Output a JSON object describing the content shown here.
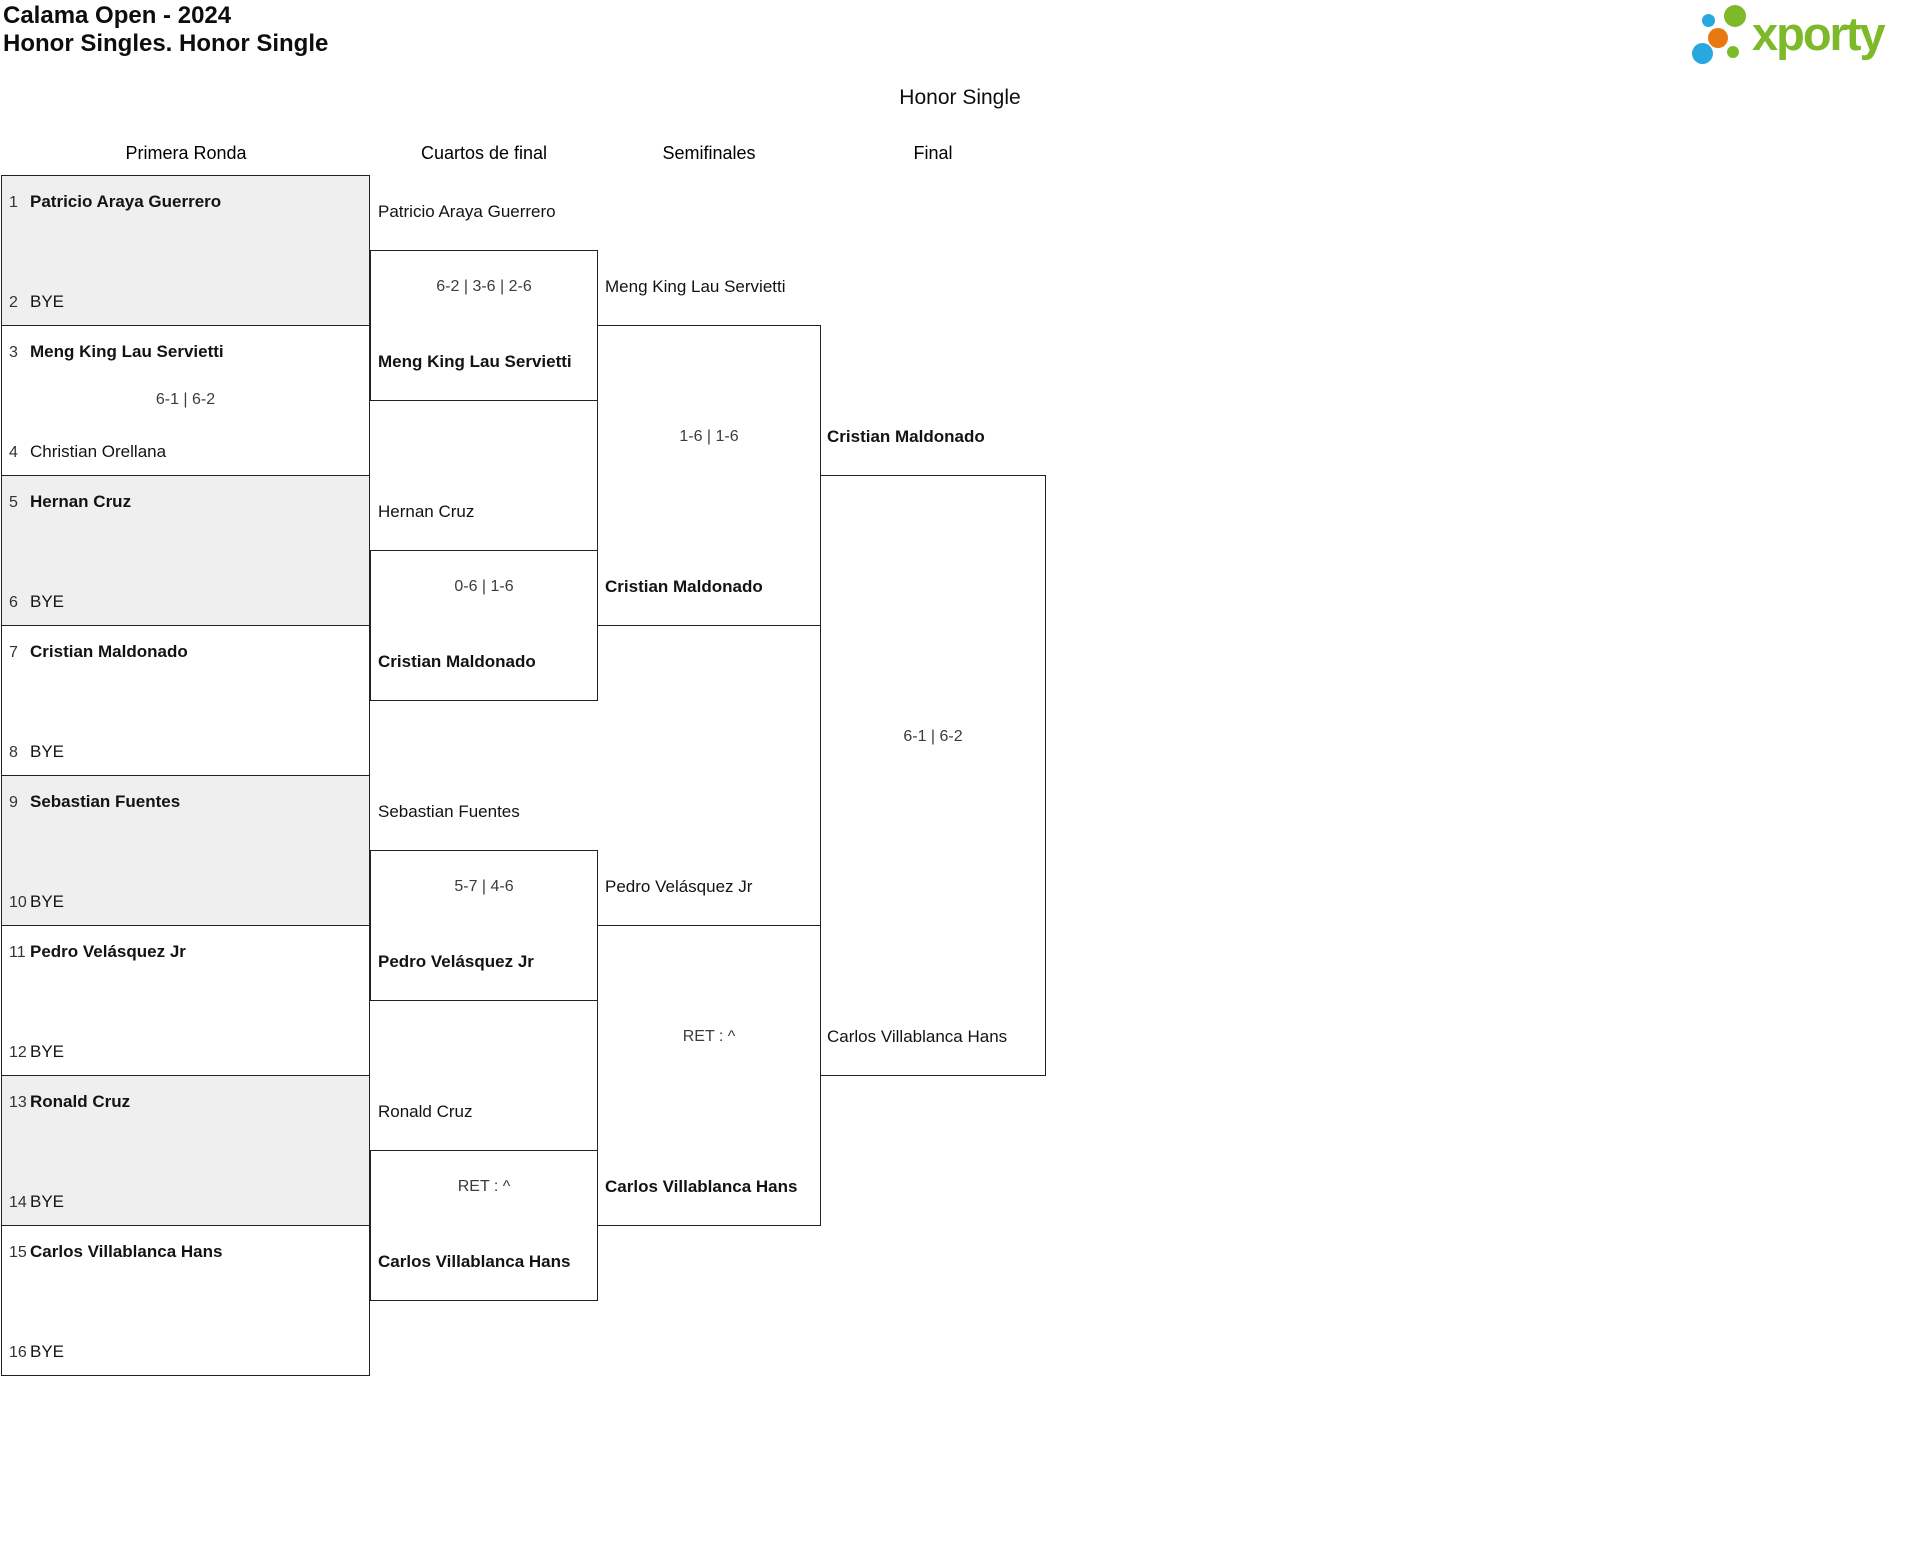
{
  "header": {
    "title_line1": "Calama Open - 2024",
    "title_line2": "Honor Singles. Honor Single",
    "bracket_title": "Honor Single"
  },
  "logo": {
    "text": "xporty"
  },
  "columns": {
    "round1": "Primera Ronda",
    "quarterfinals": "Cuartos de final",
    "semifinals": "Semifinales",
    "final": "Final"
  },
  "round1": {
    "slots": [
      {
        "seed": "1",
        "name": "Patricio Araya Guerrero"
      },
      {
        "seed": "2",
        "name": "BYE"
      },
      {
        "seed": "3",
        "name": "Meng King Lau Servietti"
      },
      {
        "seed": "4",
        "name": "Christian Orellana"
      },
      {
        "seed": "5",
        "name": "Hernan Cruz"
      },
      {
        "seed": "6",
        "name": "BYE"
      },
      {
        "seed": "7",
        "name": "Cristian Maldonado"
      },
      {
        "seed": "8",
        "name": "BYE"
      },
      {
        "seed": "9",
        "name": "Sebastian Fuentes"
      },
      {
        "seed": "10",
        "name": "BYE"
      },
      {
        "seed": "11",
        "name": "Pedro Velásquez Jr"
      },
      {
        "seed": "12",
        "name": "BYE"
      },
      {
        "seed": "13",
        "name": "Ronald Cruz"
      },
      {
        "seed": "14",
        "name": "BYE"
      },
      {
        "seed": "15",
        "name": "Carlos Villablanca Hans"
      },
      {
        "seed": "16",
        "name": "BYE"
      }
    ],
    "match2_score": "6-1 | 6-2"
  },
  "quarterfinals": [
    {
      "top": "Patricio Araya Guerrero",
      "score": "6-2 | 3-6 | 2-6",
      "bottom": "Meng King Lau Servietti"
    },
    {
      "top": "Hernan Cruz",
      "score": "0-6 | 1-6",
      "bottom": "Cristian Maldonado"
    },
    {
      "top": "Sebastian Fuentes",
      "score": "5-7 | 4-6",
      "bottom": "Pedro Velásquez Jr"
    },
    {
      "top": "Ronald Cruz",
      "score": "RET : ^",
      "bottom": "Carlos Villablanca Hans"
    }
  ],
  "semifinals": [
    {
      "top": "Meng King Lau Servietti",
      "score": "1-6 | 1-6",
      "bottom": "Cristian Maldonado"
    },
    {
      "top": "Pedro Velásquez Jr",
      "score": "RET : ^",
      "bottom": "Carlos Villablanca Hans"
    }
  ],
  "final": {
    "top": "Cristian Maldonado",
    "score": "6-1 | 6-2",
    "bottom": "Carlos Villablanca Hans"
  },
  "colors": {
    "logo_green": "#7db929",
    "logo_blue": "#29a8e0",
    "logo_orange": "#e8790f",
    "shaded_slot": "#efefef",
    "line": "#222222"
  }
}
